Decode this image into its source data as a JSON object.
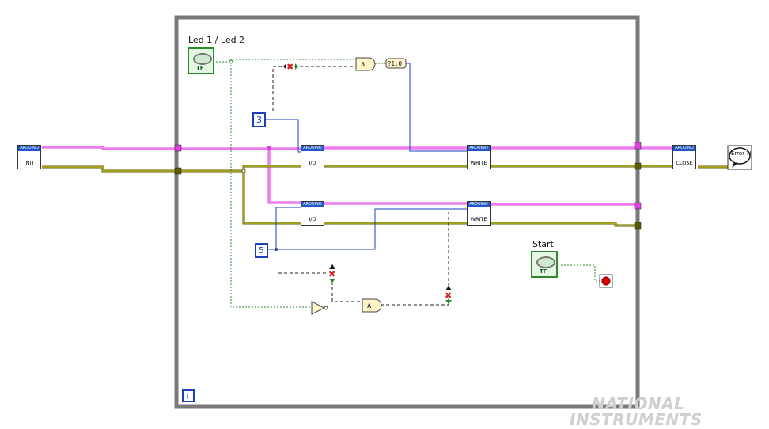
{
  "diagram": {
    "controls": {
      "led_switch": {
        "label": "Led 1 / Led 2",
        "icon": "boolean-toggle-icon",
        "type_text": "TF"
      },
      "start_switch": {
        "label": "Start",
        "icon": "boolean-toggle-icon",
        "type_text": "TF"
      }
    },
    "constants": {
      "pin_a": "3",
      "pin_b": "5"
    },
    "arduino_vis": {
      "init": {
        "header": "ARDUINO",
        "text": "INIT"
      },
      "io_1": {
        "header": "ARDUINO",
        "text": "I/O"
      },
      "write_1": {
        "header": "ARDUINO",
        "text": "WRITE"
      },
      "io_2": {
        "header": "ARDUINO",
        "text": "I/O"
      },
      "write_2": {
        "header": "ARDUINO",
        "text": "WRITE"
      },
      "close": {
        "header": "ARDUINO",
        "text": "CLOSE"
      }
    },
    "bool_to_num": "?1:0",
    "and_label": "∧",
    "error_handler": "Error ?!",
    "iteration_terminal": "i",
    "watermark": {
      "line1": "NATIONAL",
      "line2": "INSTRUMENTS"
    },
    "colors": {
      "frame": "#7a7a7a",
      "wire_refnum": "#e040e0",
      "wire_error": "#b4b000",
      "wire_bool": "#2c8a2c",
      "wire_num": "#1d3fbf",
      "stop": "#e00000"
    }
  }
}
